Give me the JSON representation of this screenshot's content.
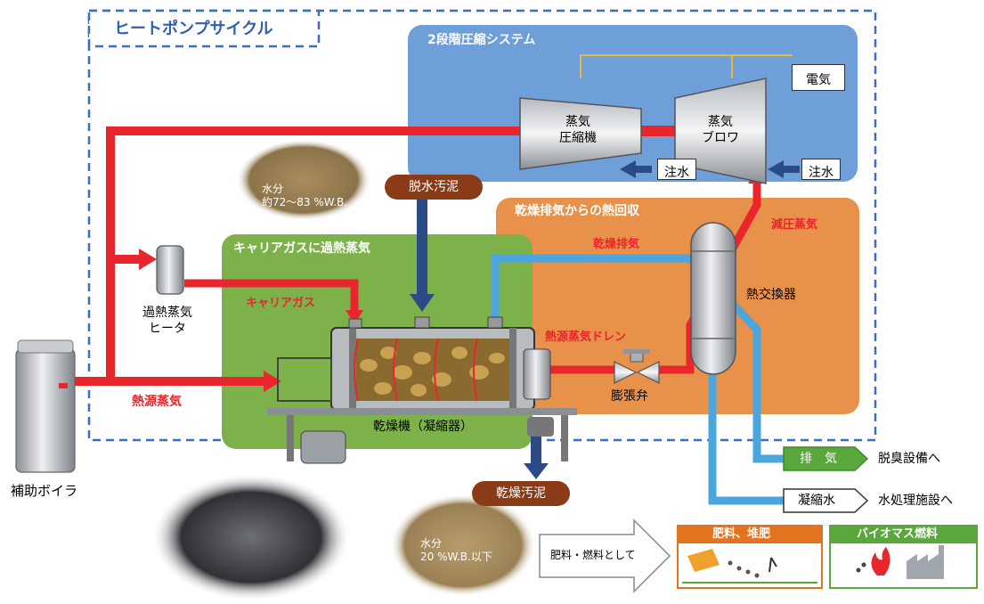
{
  "title": "ヒートポンプサイクル",
  "regions": {
    "compression": "2段階圧縮システム",
    "carrier": "キャリアガスに過熱蒸気",
    "recovery": "乾燥排気からの熱回収"
  },
  "equipment": {
    "compressor": [
      "蒸気",
      "圧縮機"
    ],
    "blower": [
      "蒸気",
      "ブロワ"
    ],
    "electricity": "電気",
    "water_injection_1": "注水",
    "water_injection_2": "注水",
    "heat_exchanger": "熱交換器",
    "expansion_valve": "膨張弁",
    "superheater": [
      "過熱蒸気",
      "ヒータ"
    ],
    "dryer": "乾燥機（凝縮器）",
    "aux_boiler": "補助ボイラ"
  },
  "flows": {
    "heat_source_steam": "熱源蒸気",
    "carrier_gas": "キャリアガス",
    "dryer_exhaust": "乾燥排気",
    "reduced_pressure_steam": "減圧蒸気",
    "steam_drain": "熱源蒸気ドレン"
  },
  "materials": {
    "dewatered_sludge": "脱水汚泥",
    "dewatered_moisture": [
      "水分",
      "約72～83 %W.B."
    ],
    "dried_sludge": "乾燥汚泥",
    "dried_moisture": [
      "水分",
      "20 %W.B.以下"
    ]
  },
  "outputs": {
    "exhaust": "排　気",
    "exhaust_dest": "脱臭設備へ",
    "condensate": "凝縮水",
    "condensate_dest": "水処理施設へ",
    "use_arrow": "肥料・燃料として",
    "fertilizer": "肥料、堆肥",
    "biomass": "バイオマス燃料"
  },
  "colors": {
    "steam_red": "#e8262b",
    "exhaust_blue": "#4aa6dc",
    "compression_bg": "#6f9fd8",
    "carrier_bg": "#7db24a",
    "recovery_bg": "#e8914a",
    "sludge_brown": "#8a3b17",
    "navy_arrow": "#2b4b86",
    "output_green": "#5aa83c",
    "fertilizer_orange": "#e2731f"
  }
}
